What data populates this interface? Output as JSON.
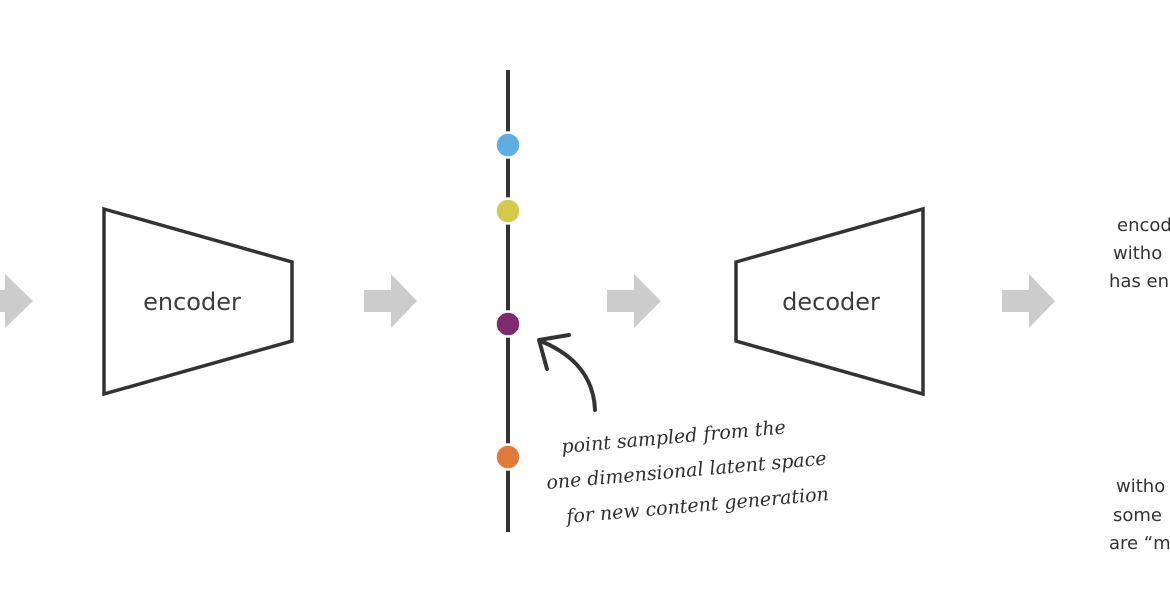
{
  "encoder": {
    "label": "encoder"
  },
  "decoder": {
    "label": "decoder"
  },
  "annotation": {
    "lines": [
      "point sampled from the",
      "one dimensional latent space",
      "for new content generation"
    ]
  },
  "right_notes": {
    "top_lines": [
      "encod",
      "witho",
      "has en"
    ],
    "bottom_lines": [
      "witho",
      "some",
      "are “m"
    ]
  },
  "latent_points": [
    {
      "name": "blue",
      "color": "#5dade2"
    },
    {
      "name": "yellow",
      "color": "#d4c94a"
    },
    {
      "name": "purple",
      "color": "#7e2a6e"
    },
    {
      "name": "orange",
      "color": "#e07a3a"
    }
  ],
  "colors": {
    "stroke": "#333333",
    "arrow": "#cccccc"
  }
}
